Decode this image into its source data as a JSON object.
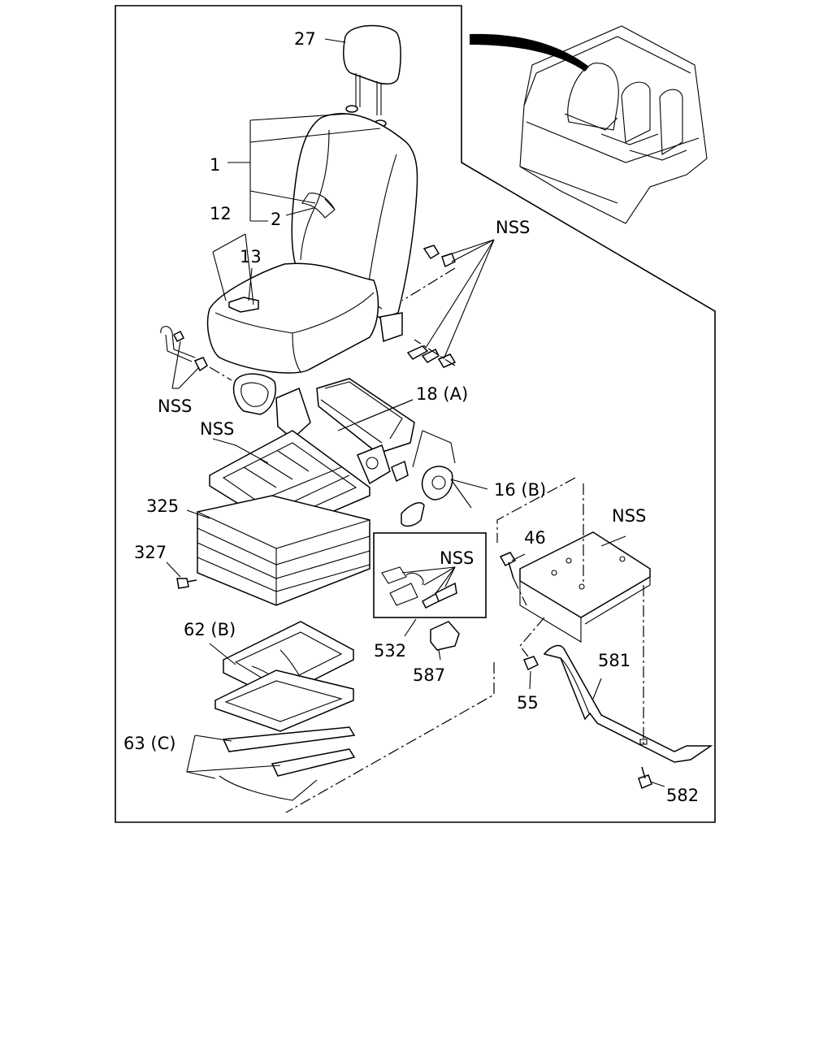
{
  "labels": {
    "headrest": "27",
    "seatback": "1",
    "belt_guide": "2",
    "cushion": "12",
    "clip": "13",
    "nss_top": "NSS",
    "nss_left": "NSS",
    "nss_frame": "NSS",
    "recliner": "18 (A)",
    "lever": "16 (B)",
    "suspension": "325",
    "stopper": "327",
    "nss_inset": "NSS",
    "nss_bracket": "NSS",
    "bolt_46": "46",
    "slide": "62 (B)",
    "harness": "532",
    "connector": "587",
    "nut": "55",
    "brace": "581",
    "rails": "63 (C)",
    "bolt_582": "582"
  }
}
